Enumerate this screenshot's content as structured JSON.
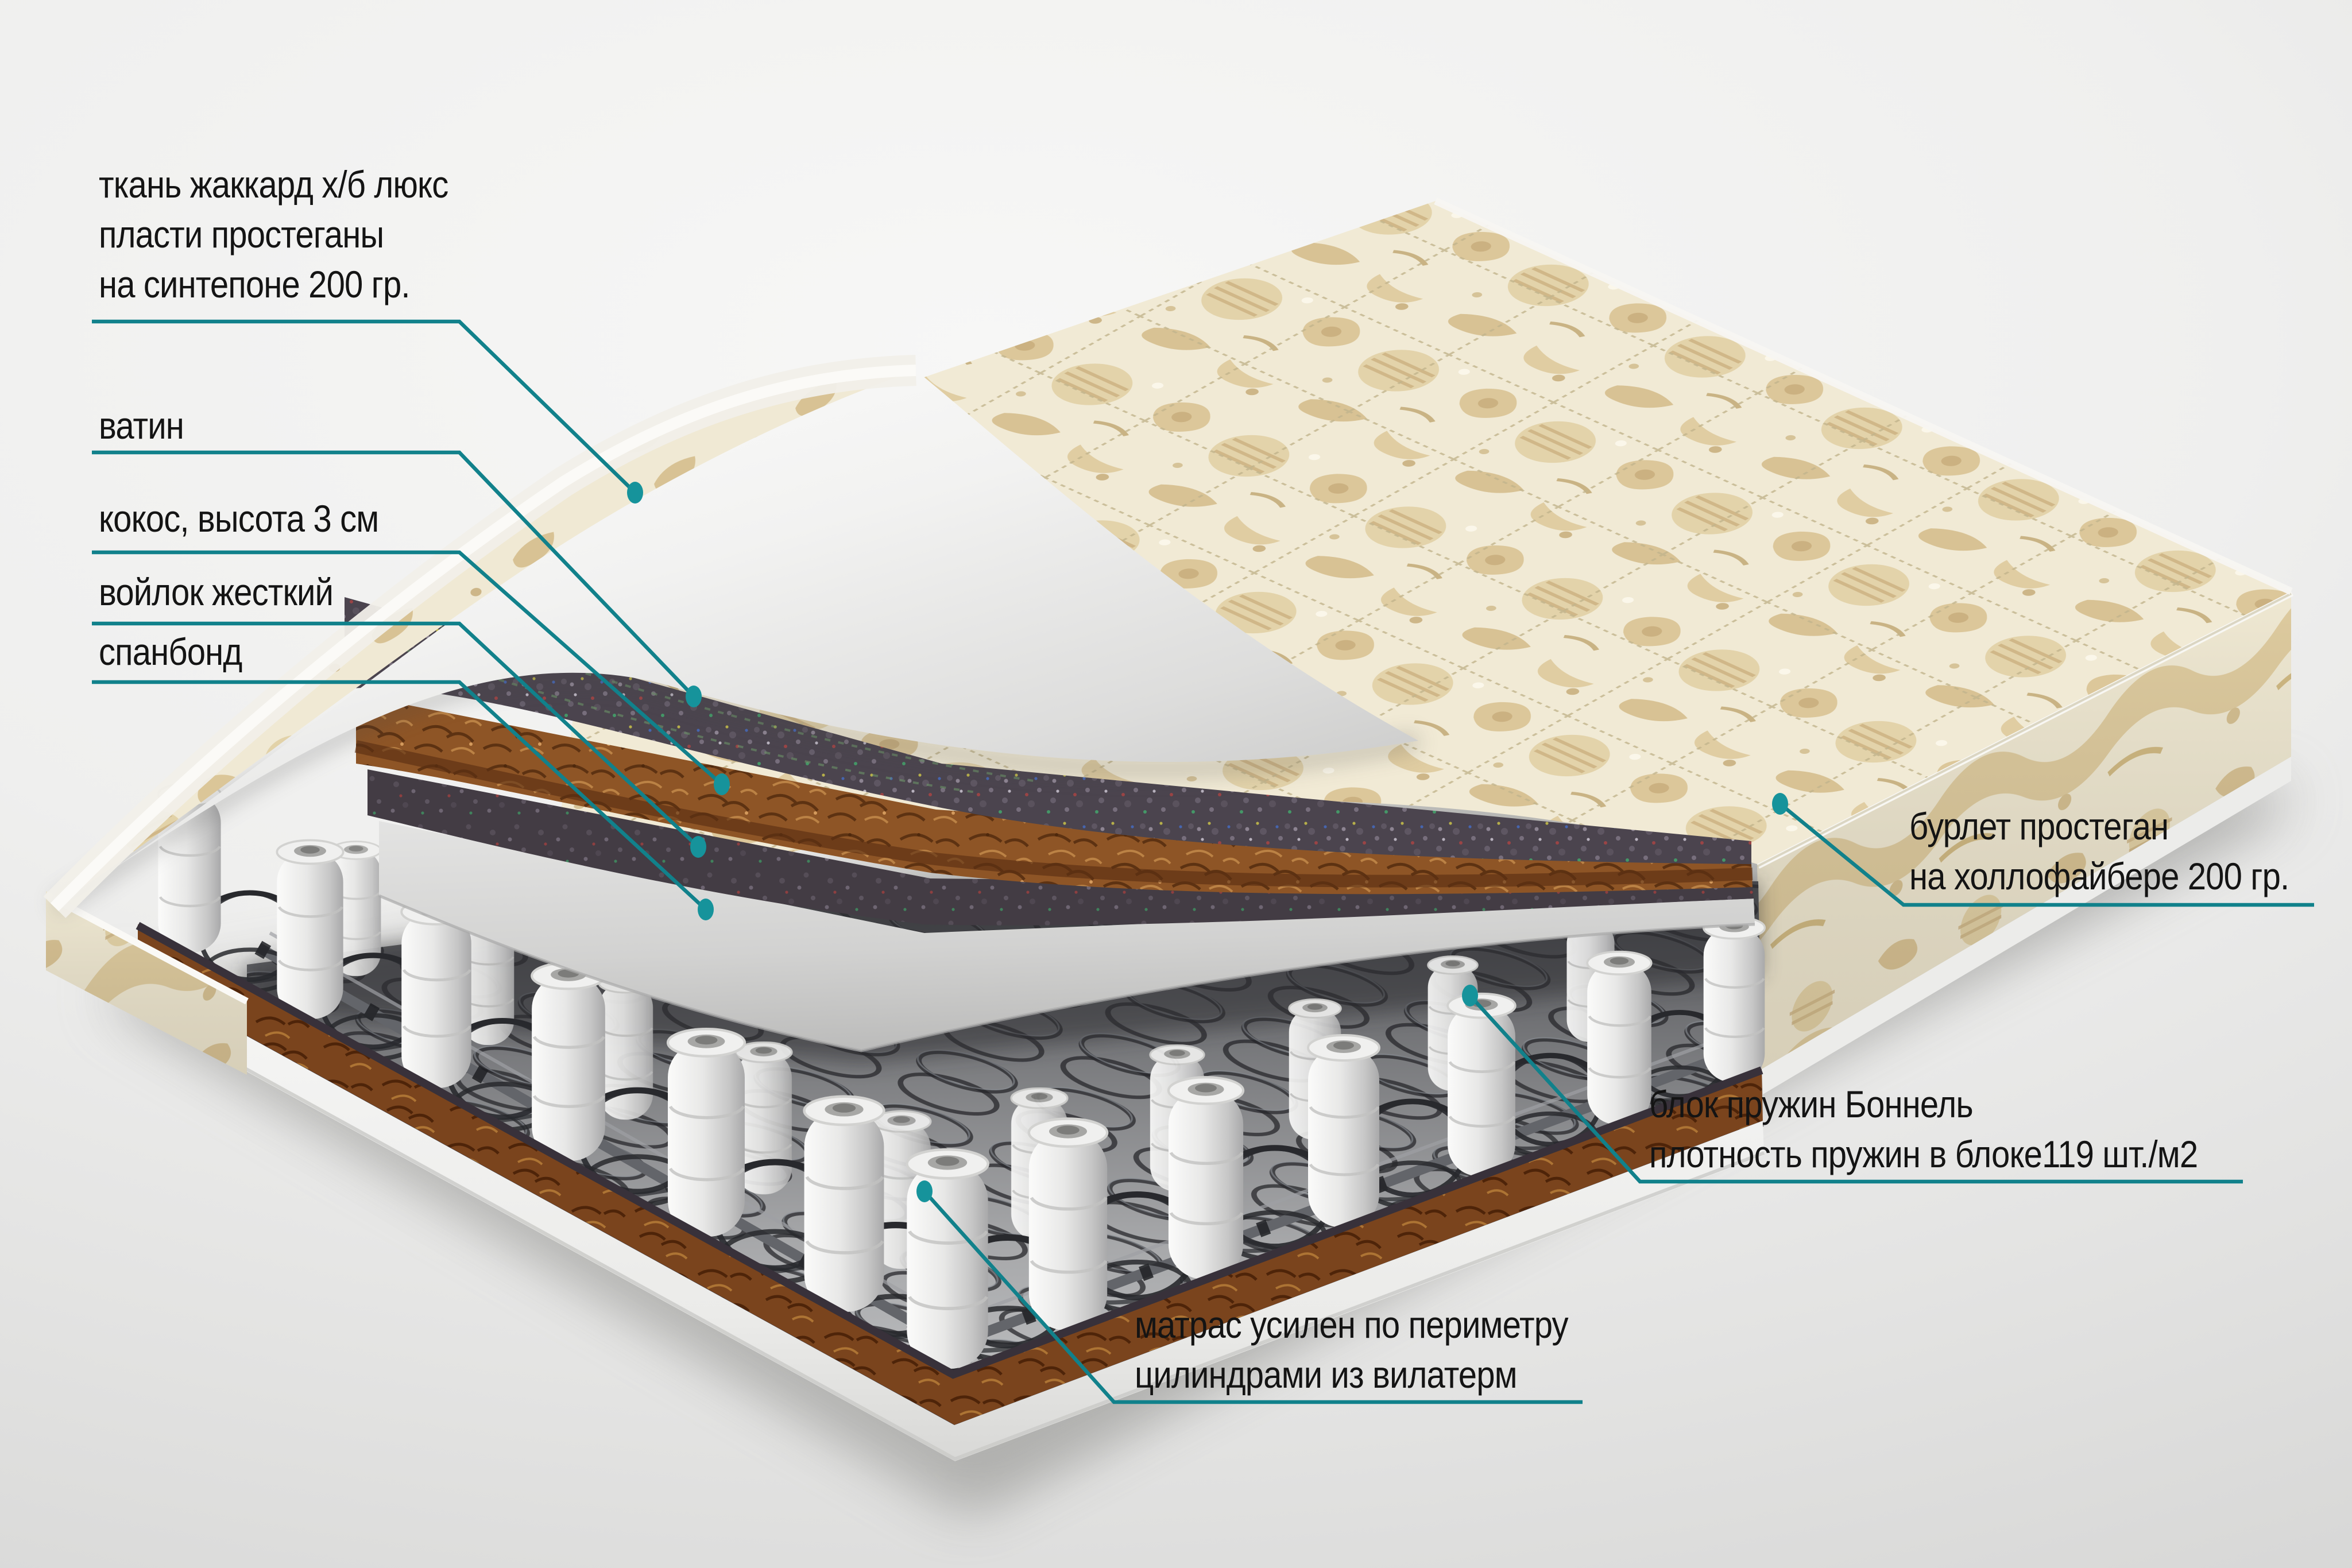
{
  "accent": {
    "leader_line_color": "#11818b",
    "leader_dot_color": "#16939b",
    "text_color": "#141414"
  },
  "labels": {
    "fabric": {
      "l1": "ткань жаккард х/б люкс",
      "l2": "пласти простеганы",
      "l3": "на синтепоне 200 гр."
    },
    "vatin": {
      "l1": "ватин"
    },
    "coconut": {
      "l1": "кокос, высота 3 см"
    },
    "felt": {
      "l1": "войлок жесткий"
    },
    "spunbond": {
      "l1": "спанбонд"
    },
    "burlet": {
      "l1": "бурлет простеган",
      "l2": "на холлофайбере 200 гр."
    },
    "springs": {
      "l1": "блок пружин Боннель",
      "l2": "плотность пружин в блоке119 шт./м2"
    },
    "vilaterm": {
      "l1": "матрас усилен по периметру",
      "l2": "цилиндрами из вилатерм"
    }
  }
}
